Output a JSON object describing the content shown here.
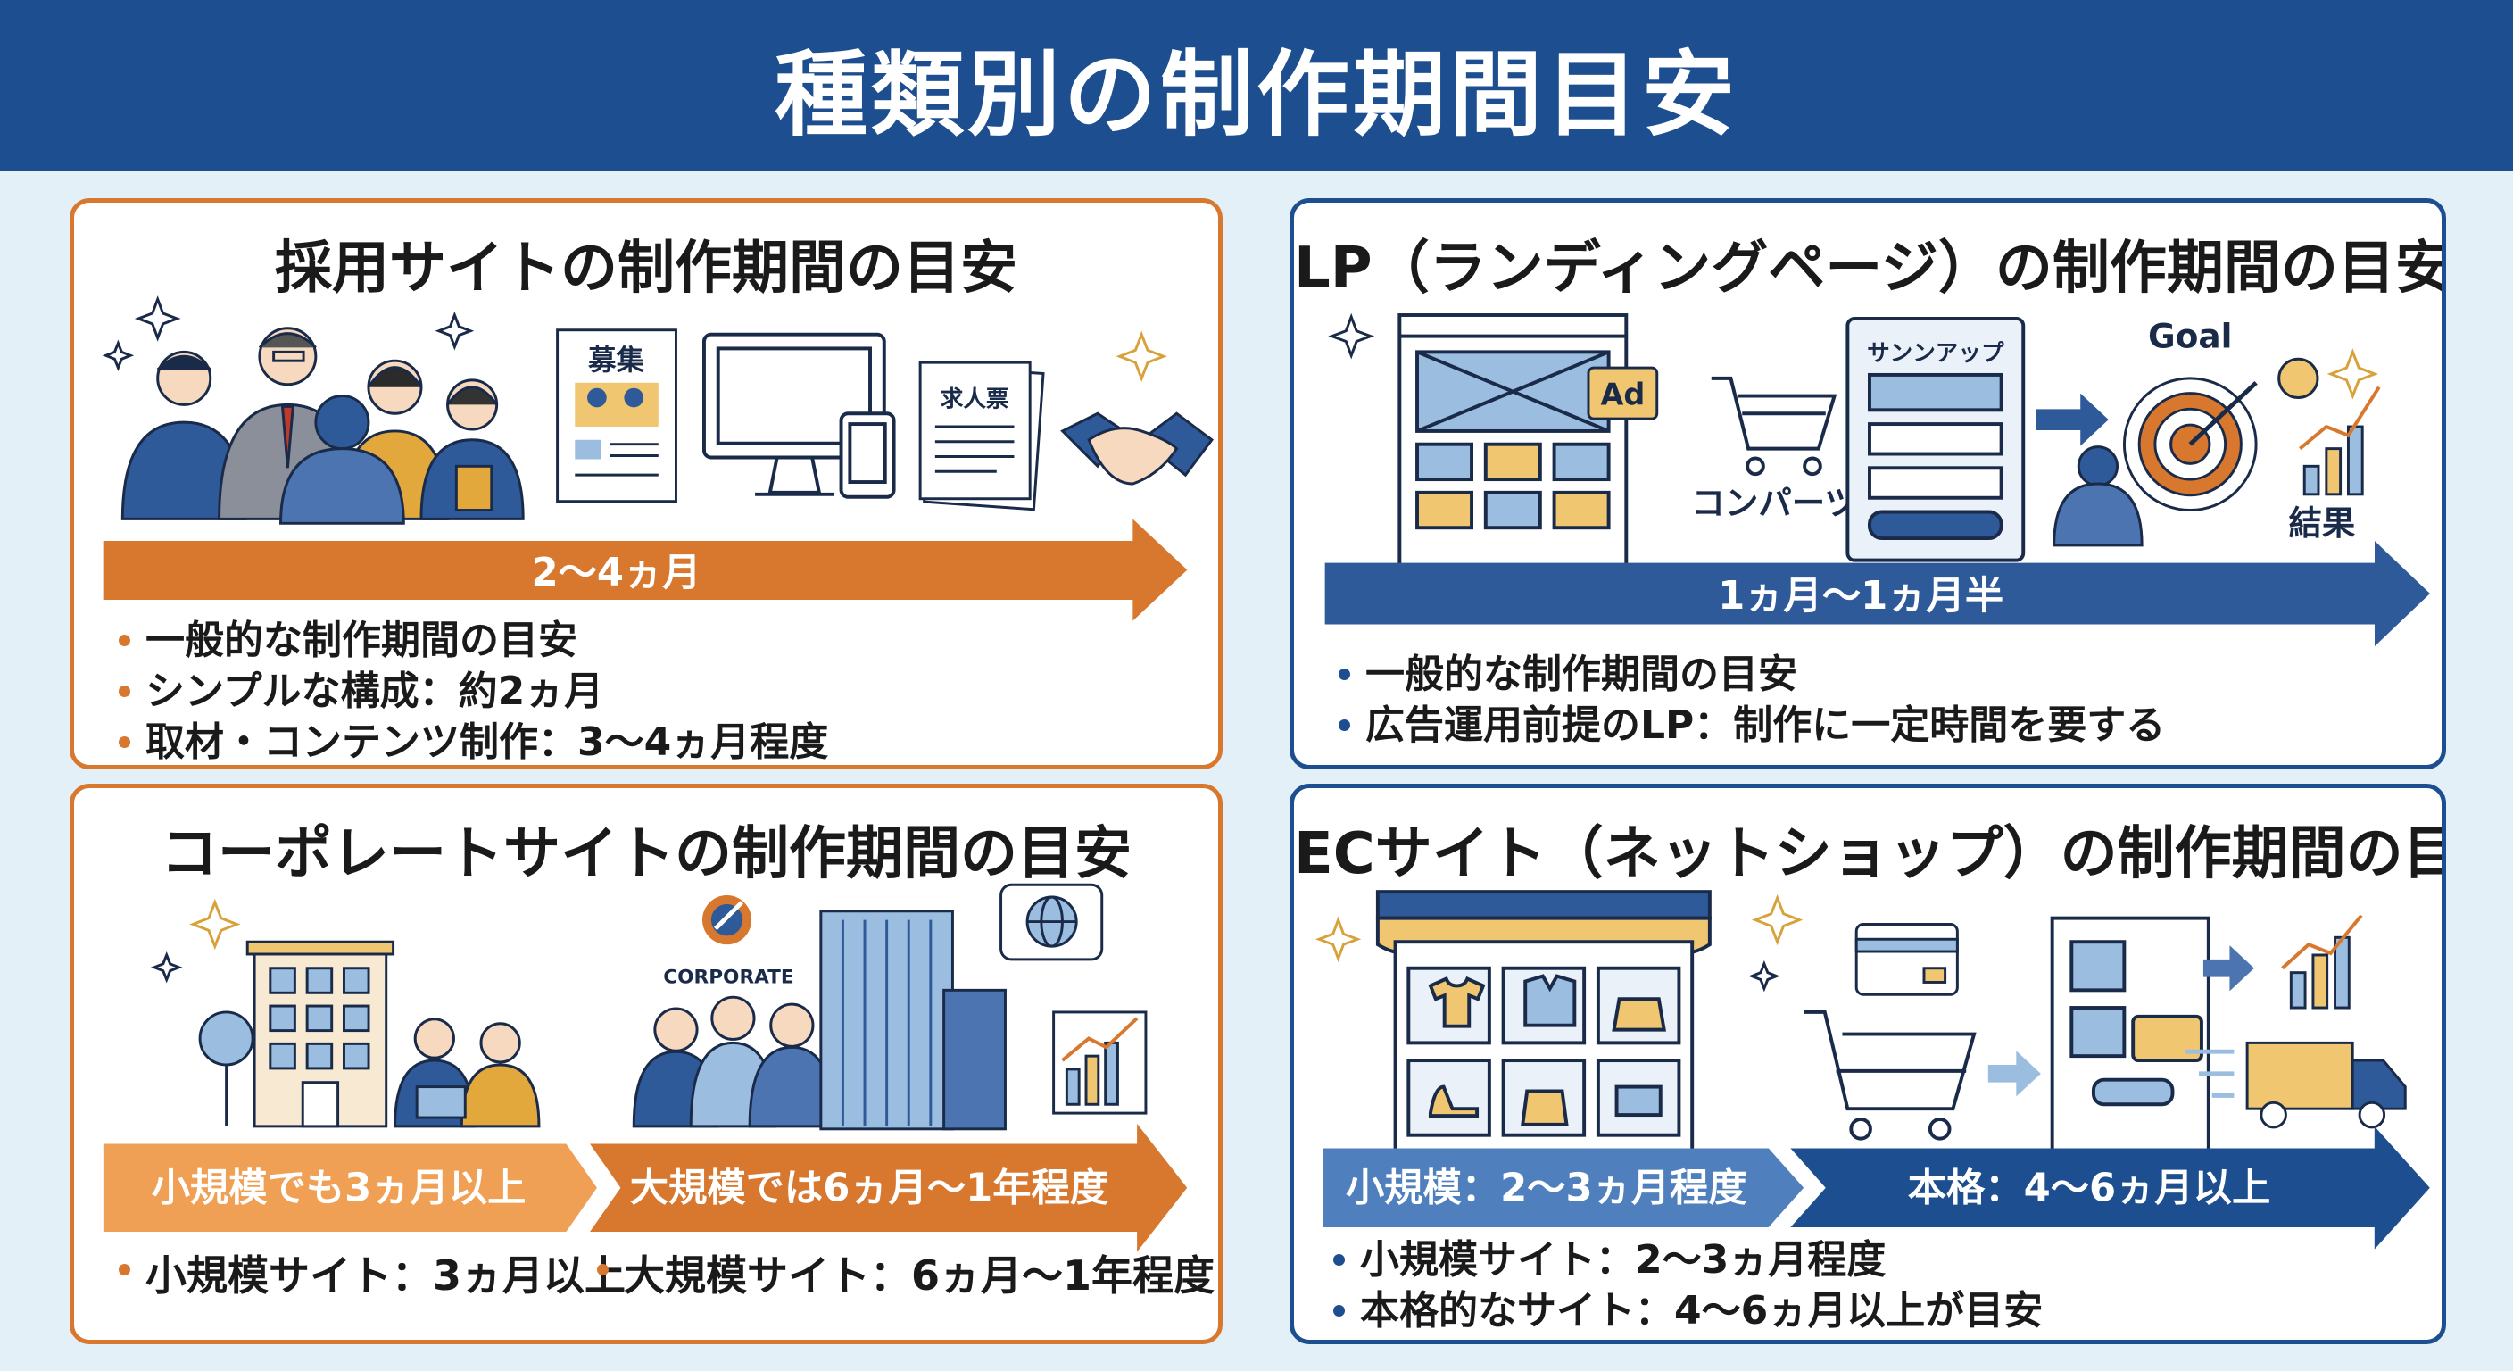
{
  "title": "種類別の制作期間目安",
  "colors": {
    "header": "#1d4e8f",
    "orange": "#d8782f",
    "blue": "#1d4e8f",
    "lightblue": "#4f7fbd"
  },
  "recruit": {
    "title": "採用サイトの制作期間の目安",
    "poster_label": "募集",
    "paper_label": "求人票",
    "arrow": "2〜4ヵ月",
    "bullets": [
      "一般的な制作期間の目安",
      "シンプルな構成：約2ヵ月",
      "取材・コンテンツ制作：3〜4ヵ月程度"
    ]
  },
  "lp": {
    "title": "LP（ランディングページ）の制作期間の目安",
    "ad_label": "Ad",
    "parts_label": "コンパーツ",
    "signup_label": "サンンアップ",
    "goal_label": "Goal",
    "result_label": "結果",
    "arrow": "1ヵ月〜1ヵ月半",
    "bullets": [
      "一般的な制作期間の目安",
      "広告運用前提のLP：制作に一定時間を要する"
    ]
  },
  "corporate": {
    "title": "コーポレートサイトの制作期間の目安",
    "logo_text": "CORPORATE",
    "arrow_small": "小規模でも3ヵ月以上",
    "arrow_large": "大規模では6ヵ月〜1年程度",
    "bullet_small": "小規模サイト：3ヵ月以上",
    "bullet_large": "大規模サイト：6ヵ月〜1年程度"
  },
  "ec": {
    "title": "ECサイト（ネットショップ）の制作期間の目安",
    "arrow_small": "小規模：2〜3ヵ月程度",
    "arrow_full": "本格：4〜6ヵ月以上",
    "bullets": [
      "小規模サイト：2〜3ヵ月程度",
      "本格的なサイト：4〜6ヵ月以上が目安"
    ]
  }
}
